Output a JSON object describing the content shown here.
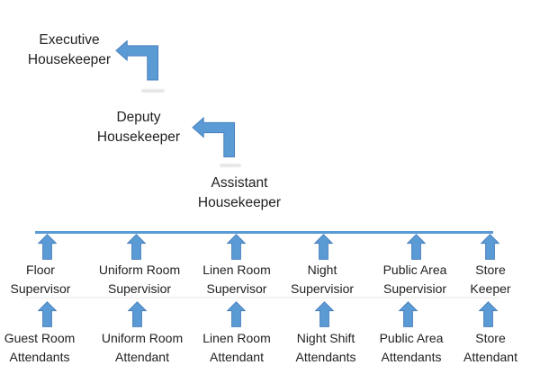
{
  "colors": {
    "arrow_fill": "#5b9bd5",
    "arrow_border": "#4a80bd",
    "connector_line": "#5b9bd5",
    "text": "#212121",
    "background": "#ffffff"
  },
  "icons": {
    "management_arrow": "bent-up-left-arrow-icon",
    "reporting_arrow": "up-arrow-icon"
  },
  "management": [
    {
      "id": "executive-housekeeper",
      "lines": [
        "Executive",
        "Housekeeper"
      ]
    },
    {
      "id": "deputy-housekeeper",
      "lines": [
        "Deputy",
        "Housekeeper"
      ]
    },
    {
      "id": "assistant-housekeeper",
      "lines": [
        "Assistant",
        "Housekeeper"
      ]
    }
  ],
  "supervisors": [
    {
      "lines": [
        "Floor",
        "Supervisor"
      ]
    },
    {
      "lines": [
        "Uniform Room",
        "Supervisior"
      ]
    },
    {
      "lines": [
        "Linen Room",
        "Supervisor"
      ]
    },
    {
      "lines": [
        "Night",
        "Supervisior"
      ]
    },
    {
      "lines": [
        "Public Area",
        "Supervisior"
      ]
    },
    {
      "lines": [
        "Store",
        "Keeper"
      ]
    }
  ],
  "attendants": [
    {
      "lines": [
        "Guest Room",
        "Attendants"
      ]
    },
    {
      "lines": [
        "Uniform Room",
        "Attendant"
      ]
    },
    {
      "lines": [
        "Linen Room",
        "Attendant"
      ]
    },
    {
      "lines": [
        "Night Shift",
        "Attendants"
      ]
    },
    {
      "lines": [
        "Public Area",
        "Attendants"
      ]
    },
    {
      "lines": [
        "Store",
        "Attendant"
      ]
    }
  ]
}
